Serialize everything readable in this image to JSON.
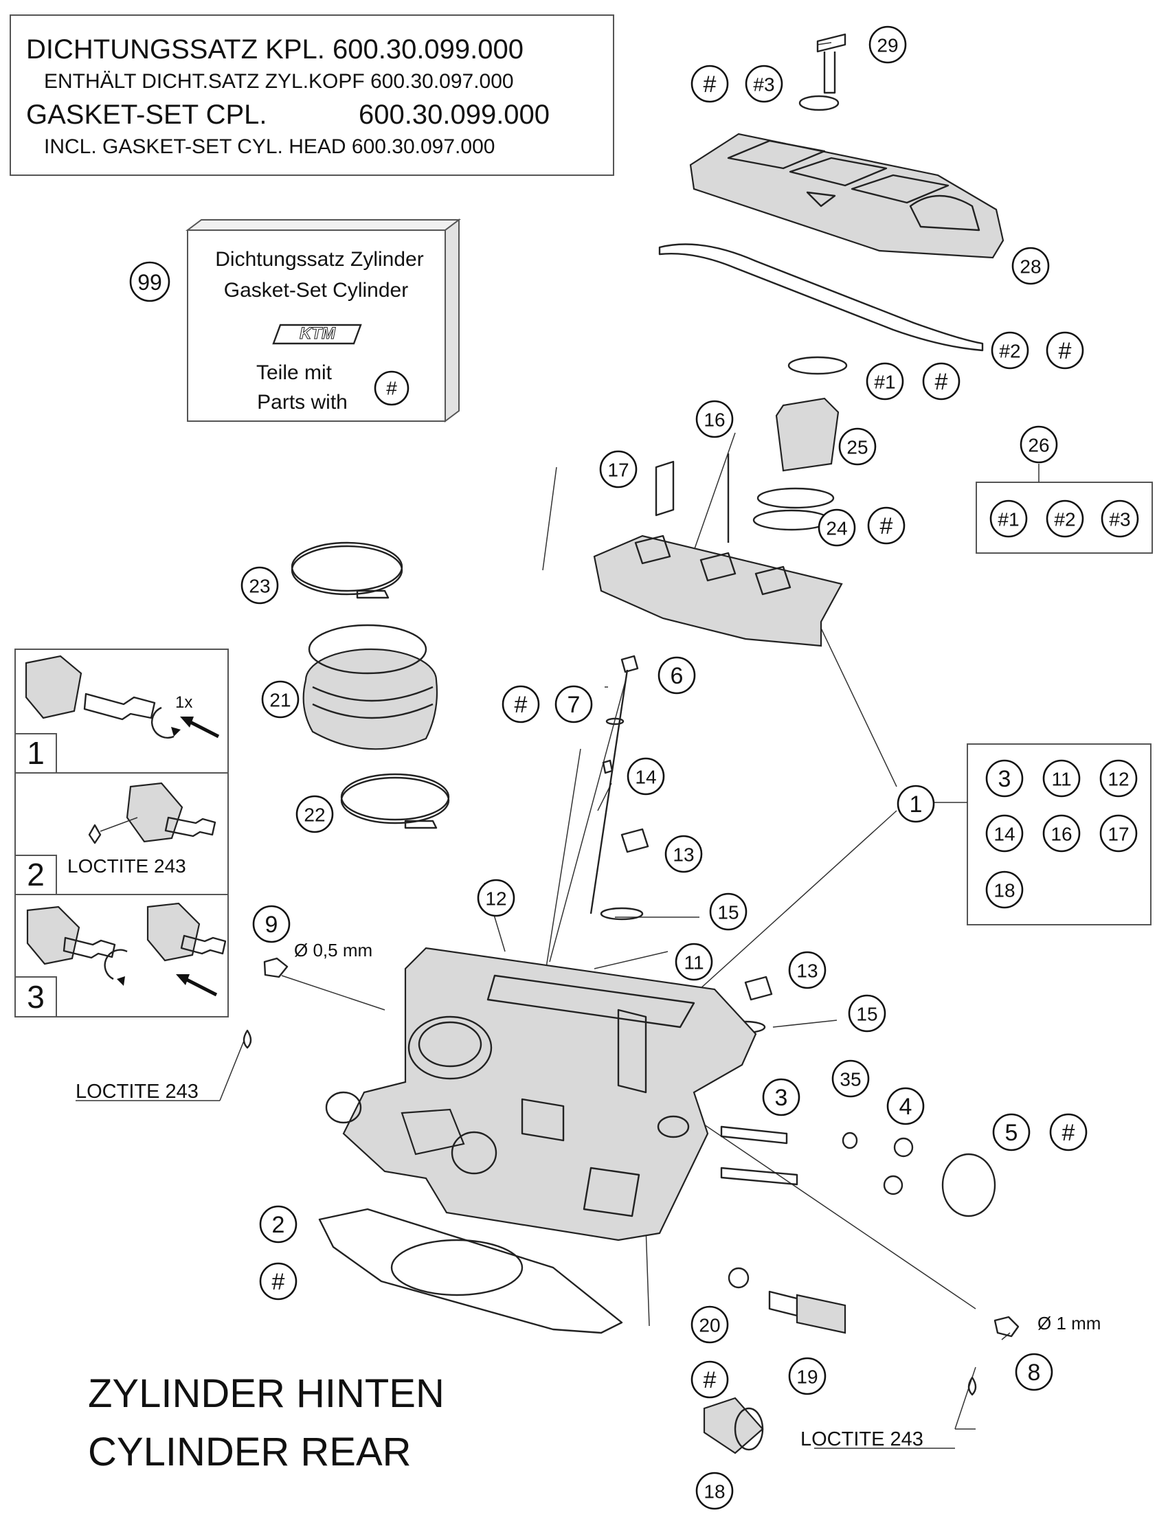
{
  "header": {
    "line1": "DICHTUNGSSATZ KPL. 600.30.099.000",
    "line2": "ENTHÄLT DICHT.SATZ ZYL.KOPF 600.30.097.000",
    "line3_label": "GASKET-SET CPL.",
    "line3_code": "600.30.099.000",
    "line4": "INCL. GASKET-SET CYL. HEAD 600.30.097.000"
  },
  "kit": {
    "line1": "Dichtungssatz Zylinder",
    "line2": "Gasket-Set Cylinder",
    "line3": "Teile mit",
    "line4": "Parts with",
    "callout": "99",
    "marker": "#",
    "logo": "KTM"
  },
  "steps": [
    {
      "number": "1",
      "note": "1x"
    },
    {
      "number": "2",
      "note": "LOCTITE 243"
    },
    {
      "number": "3",
      "note": ""
    }
  ],
  "set_boxes": {
    "box1": [
      "3",
      "11",
      "12",
      "14",
      "16",
      "17",
      "18"
    ],
    "box26": [
      "#1",
      "#2",
      "#3"
    ]
  },
  "labels": {
    "dim_small": "Ø 0,5 mm",
    "dim_large": "Ø 1 mm",
    "loctite_left": "LOCTITE 243",
    "loctite_right": "LOCTITE 243",
    "title_de": "ZYLINDER HINTEN",
    "title_en": "CYLINDER REAR"
  },
  "callouts": [
    "1",
    "2",
    "3",
    "4",
    "5",
    "6",
    "7",
    "8",
    "9",
    "11",
    "12",
    "13",
    "13",
    "14",
    "15",
    "15",
    "16",
    "17",
    "18",
    "19",
    "20",
    "21",
    "22",
    "23",
    "24",
    "25",
    "26",
    "28",
    "29",
    "35",
    "#",
    "#",
    "#",
    "#",
    "#",
    "#",
    "#",
    "#",
    "#",
    "#1",
    "#2",
    "#3"
  ]
}
